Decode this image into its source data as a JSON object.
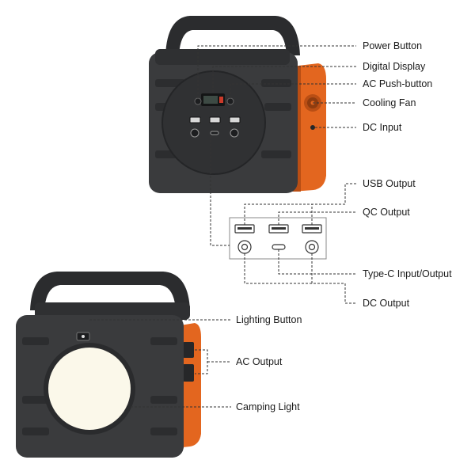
{
  "colors": {
    "body": "#3a3b3d",
    "body_dark": "#262729",
    "accent": "#e3661f",
    "accent_dark": "#b94e14",
    "light": "#fbf8ea",
    "lead": "#333333"
  },
  "top_unit": {
    "labels": {
      "power_button": "Power Button",
      "digital_display": "Digital Display",
      "ac_push_button": "AC Push-button",
      "cooling_fan": "Cooling Fan",
      "dc_input": "DC Input"
    }
  },
  "port_panel": {
    "labels": {
      "usb_output": "USB Output",
      "qc_output": "QC Output",
      "type_c": "Type-C Input/Output",
      "dc_output": "DC Output"
    }
  },
  "bottom_unit": {
    "labels": {
      "lighting_button": "Lighting Button",
      "ac_output": "AC Output",
      "camping_light": "Camping Light"
    }
  }
}
